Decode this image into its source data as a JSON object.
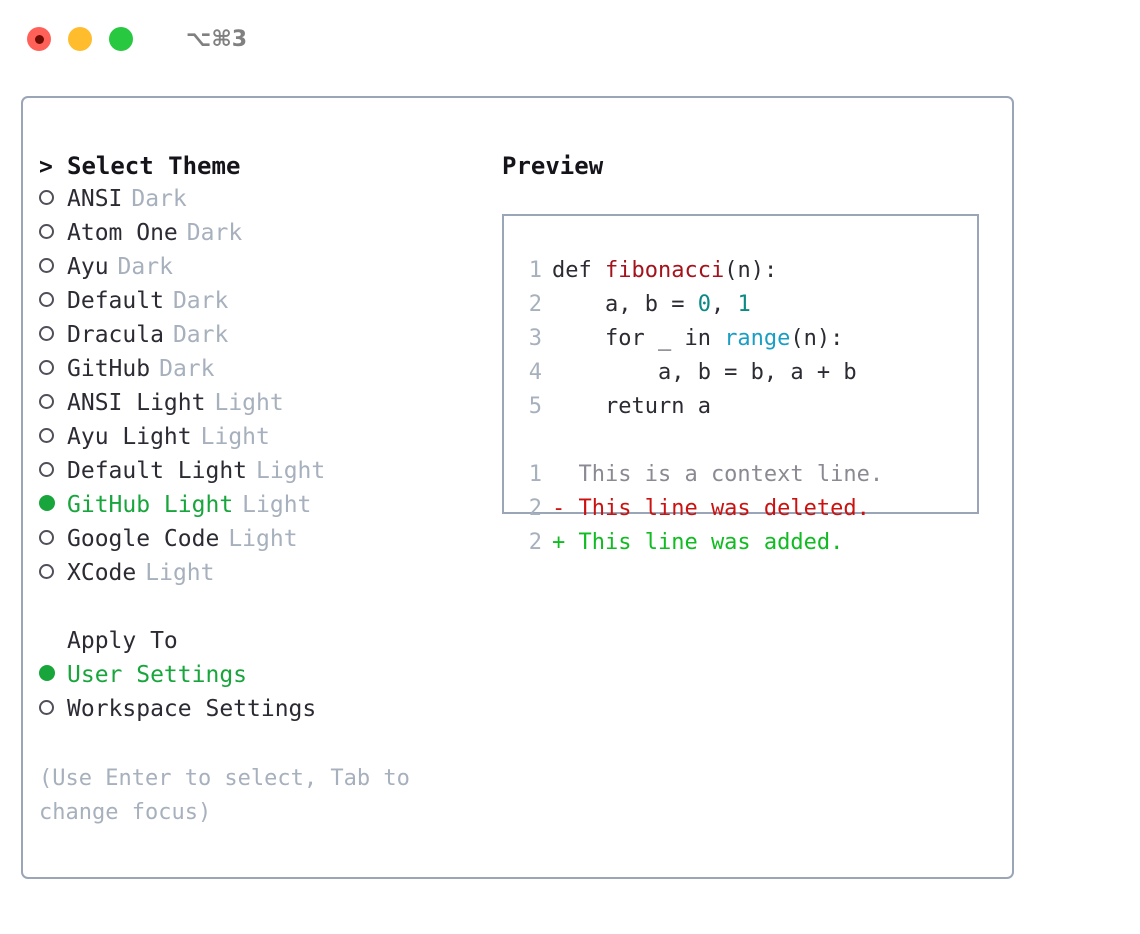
{
  "titlebar": {
    "shortcut": "⌥⌘3",
    "buttons": [
      {
        "name": "close-button",
        "color": "#ff6159"
      },
      {
        "name": "minimize-button",
        "color": "#ffbd2e"
      },
      {
        "name": "maximize-button",
        "color": "#28c840"
      }
    ]
  },
  "colors": {
    "accent_green": "#18a63c",
    "muted": "#a7b0bd",
    "border": "#9aa5b8",
    "text": "#2b2b33",
    "diff_add": "#11bb22",
    "diff_del": "#cc1111",
    "func": "#a4121c",
    "num": "#0b8a84",
    "call": "#1b9ec4"
  },
  "theme_panel": {
    "caret": ">",
    "title": "Select Theme",
    "bullet_selected": "●",
    "bullet_unselected": "○",
    "items": [
      {
        "name": "ANSI",
        "kind": "Dark",
        "selected": false
      },
      {
        "name": "Atom One",
        "kind": "Dark",
        "selected": false
      },
      {
        "name": "Ayu",
        "kind": "Dark",
        "selected": false
      },
      {
        "name": "Default",
        "kind": "Dark",
        "selected": false
      },
      {
        "name": "Dracula",
        "kind": "Dark",
        "selected": false
      },
      {
        "name": "GitHub",
        "kind": "Dark",
        "selected": false
      },
      {
        "name": "ANSI Light",
        "kind": "Light",
        "selected": false
      },
      {
        "name": "Ayu Light",
        "kind": "Light",
        "selected": false
      },
      {
        "name": "Default Light",
        "kind": "Light",
        "selected": false
      },
      {
        "name": "GitHub Light",
        "kind": "Light",
        "selected": true
      },
      {
        "name": "Google Code",
        "kind": "Light",
        "selected": false
      },
      {
        "name": "XCode",
        "kind": "Light",
        "selected": false
      }
    ]
  },
  "apply_to": {
    "heading": "Apply To",
    "options": [
      {
        "label": "User Settings",
        "selected": true
      },
      {
        "label": "Workspace Settings",
        "selected": false
      }
    ]
  },
  "hint": "(Use Enter to select, Tab to change focus)",
  "preview": {
    "title": "Preview",
    "code_lines": [
      {
        "no": "1",
        "segments": [
          {
            "t": "def ",
            "c": "code-text"
          },
          {
            "t": "fibonacci",
            "c": "tok-func"
          },
          {
            "t": "(n):",
            "c": "code-text"
          }
        ]
      },
      {
        "no": "2",
        "segments": [
          {
            "t": "    a, b = ",
            "c": "code-text"
          },
          {
            "t": "0",
            "c": "tok-num"
          },
          {
            "t": ", ",
            "c": "code-text"
          },
          {
            "t": "1",
            "c": "tok-num"
          }
        ]
      },
      {
        "no": "3",
        "segments": [
          {
            "t": "    for _ in ",
            "c": "code-text"
          },
          {
            "t": "range",
            "c": "tok-call"
          },
          {
            "t": "(n):",
            "c": "code-text"
          }
        ]
      },
      {
        "no": "4",
        "segments": [
          {
            "t": "        a, b = b, a + b",
            "c": "code-text"
          }
        ]
      },
      {
        "no": "5",
        "segments": [
          {
            "t": "    return a",
            "c": "code-text"
          }
        ]
      }
    ],
    "diff_lines": [
      {
        "no": "1",
        "text": "  This is a context line.",
        "c": "diff-context"
      },
      {
        "no": "2",
        "text": "- This line was deleted.",
        "c": "diff-del"
      },
      {
        "no": "2",
        "text": "+ This line was added.",
        "c": "diff-add"
      }
    ]
  }
}
